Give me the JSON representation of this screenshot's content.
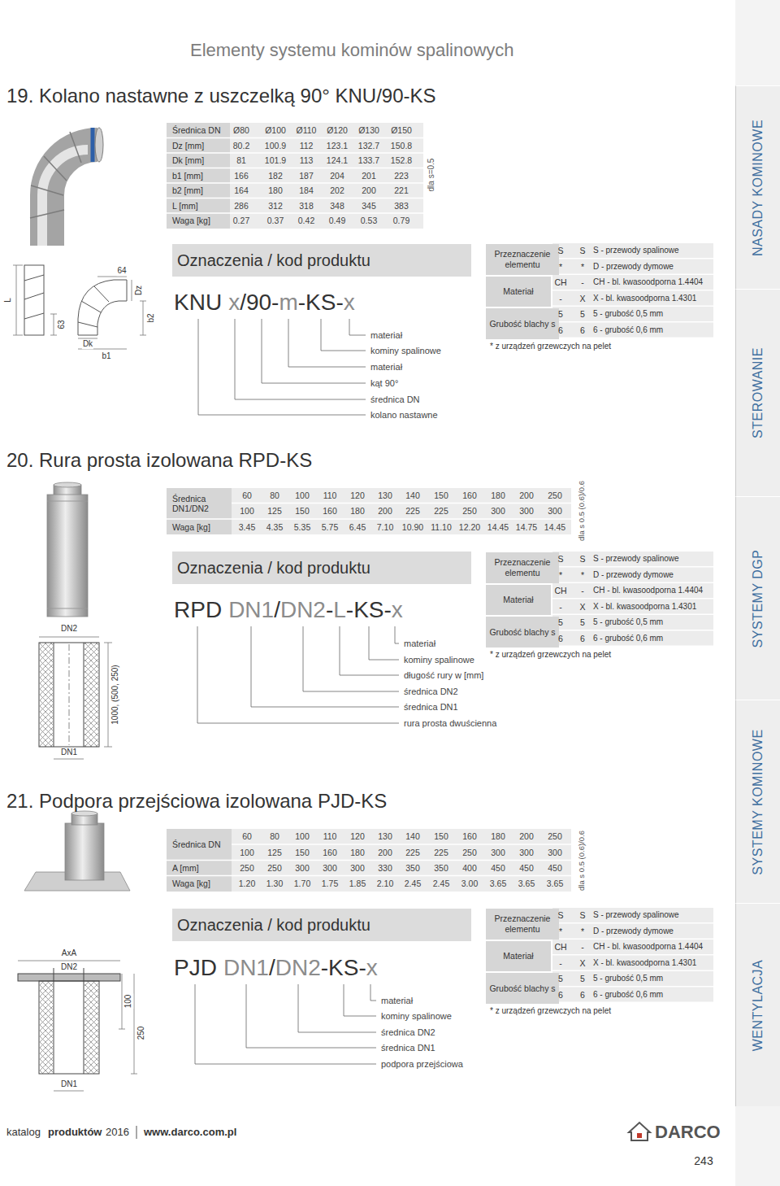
{
  "diagram": {
    "title": "Elementy systemu kominów spalinowych",
    "nodes": [
      {
        "text": [
          "Oznaczenia / kod produktu"
        ]
      },
      {
        "text": [
          "Przeznaczenie elementu"
        ]
      },
      {
        "text": [
          "Materiał"
        ]
      },
      {
        "text": [
          "Grubość blachy s"
        ]
      },
      {
        "text": [
          "Oznaczenia / kod produktu"
        ]
      },
      {
        "text": [
          "Przeznaczenie elementu"
        ]
      },
      {
        "text": [
          "Materiał"
        ]
      },
      {
        "text": [
          "Grubość blachy s"
        ]
      },
      {
        "text": [
          "Oznaczenia / kod produktu"
        ]
      },
      {
        "text": [
          "Przeznaczenie elementu"
        ]
      },
      {
        "text": [
          "Materiał"
        ]
      },
      {
        "text": [
          "Grubość blachy s"
        ]
      },
      {
        "text": [
          "NASADY KOMINOWE"
        ]
      },
      {
        "text": [
          "STEROWANIE"
        ]
      },
      {
        "text": [
          "SYSTEMY DGP"
        ]
      },
      {
        "text": [
          "SYSTEMY KOMINOWE"
        ]
      },
      {
        "text": [
          "WENTYLACJA"
        ]
      }
    ],
    "labels": [
      "19. Kolano nastawne z uszczelką 90° KNU/90-KS",
      "Średnica DN",
      "Ø80",
      "Ø100",
      "Ø110",
      "Ø120",
      "Ø130",
      "Ø150",
      "Dz [mm]",
      "80.2",
      "100.9",
      "112",
      "123.1",
      "132.7",
      "150.8",
      "Dk [mm]",
      "81",
      "101.9",
      "113",
      "124.1",
      "133.7",
      "152.8",
      "b1 [mm]",
      "166",
      "182",
      "187",
      "204",
      "201",
      "223",
      "b2 [mm]",
      "164",
      "180",
      "184",
      "202",
      "200",
      "221",
      "L [mm]",
      "286",
      "312",
      "318",
      "348",
      "345",
      "383",
      "Waga [kg]",
      "0.27",
      "0.37",
      "0.42",
      "0.49",
      "0.53",
      "0.79",
      "dla s=0.5",
      "64",
      "Dz",
      "L",
      "63",
      "b2",
      "Dk",
      "b1",
      "KNU",
      "x",
      "/90-",
      "m",
      "-KS-",
      "x",
      "materiał",
      "kominy spalinowe",
      "materiał",
      "kąt 90°",
      "średnica DN",
      "kolano nastawne",
      "S",
      "S",
      "S - przewody spalinowe",
      "*",
      "*",
      "D - przewody dymowe",
      "CH",
      "-",
      "CH - bl. kwasoodporna 1.4404",
      "-",
      "X",
      "X - bl. kwasoodporna 1.4301",
      "5",
      "5",
      "5 - grubość 0,5 mm",
      "6",
      "6",
      "6 - grubość 0,6 mm",
      "* z urządzeń grzewczych na pelet",
      "20. Rura prosta izolowana RPD-KS",
      "Średnica DN1/DN2",
      "60",
      "80",
      "100",
      "110",
      "120",
      "130",
      "140",
      "150",
      "160",
      "180",
      "200",
      "250",
      "100",
      "125",
      "150",
      "160",
      "180",
      "200",
      "225",
      "225",
      "250",
      "300",
      "300",
      "300",
      "Waga [kg]",
      "3.45",
      "4.35",
      "5.35",
      "5.75",
      "6.45",
      "7.10",
      "10.90",
      "11.10",
      "12.20",
      "14.45",
      "14.75",
      "14.45",
      "dla s 0.5 (0.6)/0.6",
      "DN2",
      "1000, (500, 250)",
      "DN1",
      "RPD",
      "DN1",
      "/",
      "DN2",
      "-",
      "L",
      "-KS-",
      "x",
      "materiał",
      "kominy spalinowe",
      "długość rury w [mm]",
      "średnica DN2",
      "średnica DN1",
      "rura prosta dwuścienna",
      "S",
      "S",
      "S - przewody spalinowe",
      "*",
      "*",
      "D - przewody dymowe",
      "CH",
      "-",
      "CH - bl. kwasoodporna 1.4404",
      "-",
      "X",
      "X - bl. kwasoodporna 1.4301",
      "5",
      "5",
      "5 - grubość 0,5 mm",
      "6",
      "6",
      "6 - grubość 0,6 mm",
      "* z urządzeń grzewczych na pelet",
      "21. Podpora przejściowa izolowana PJD-KS",
      "Średnica DN",
      "60",
      "80",
      "100",
      "110",
      "120",
      "130",
      "140",
      "150",
      "160",
      "180",
      "200",
      "250",
      "100",
      "125",
      "150",
      "160",
      "180",
      "200",
      "225",
      "225",
      "250",
      "300",
      "300",
      "300",
      "A [mm]",
      "250",
      "250",
      "300",
      "300",
      "300",
      "330",
      "350",
      "350",
      "400",
      "450",
      "450",
      "450",
      "Waga [kg]",
      "1.20",
      "1.30",
      "1.70",
      "1.75",
      "1.85",
      "2.10",
      "2.45",
      "2.45",
      "3.00",
      "3.65",
      "3.65",
      "3.65",
      "dla s 0.5 (0.6)/0.6",
      "AxA",
      "DN2",
      "100",
      "250",
      "DN1",
      "PJD",
      "DN1",
      "/",
      "DN2",
      "-KS-",
      "x",
      "materiał",
      "kominy spalinowe",
      "średnica DN2",
      "średnica DN1",
      "podpora przejściowa",
      "S",
      "S",
      "S - przewody spalinowe",
      "*",
      "*",
      "D - przewody dymowe",
      "CH",
      "-",
      "CH - bl. kwasoodporna 1.4404",
      "-",
      "X",
      "X - bl. kwasoodporna 1.4301",
      "5",
      "5",
      "5 - grubość 0,5 mm",
      "6",
      "6",
      "6 - grubość 0,6 mm",
      "* z urządzeń grzewczych na pelet",
      "katalog",
      "produktów",
      "2016",
      "www.darco.com.pl",
      "DARCO",
      "243"
    ]
  }
}
